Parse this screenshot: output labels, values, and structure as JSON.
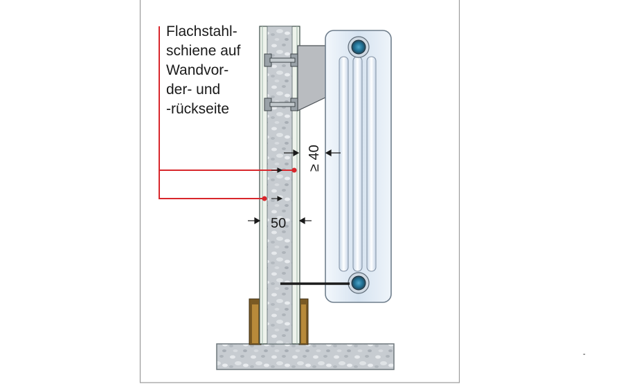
{
  "diagram": {
    "note_lines": [
      "Flachstahl-",
      "schiene auf",
      "Wandvor-",
      "der- und",
      "-rückseite"
    ],
    "dim_wall": "50",
    "dim_gap": "≥ 40",
    "stray_mark": "-"
  },
  "colors": {
    "frame": "#9a9a9a",
    "leader": "#d8262b",
    "concrete": "#c9ced2",
    "board": "#eef3ec",
    "sleeve": "#7a5a24",
    "radiator": "#dfe9f3",
    "radiator_outline": "#6f7e8c",
    "bracket": "#b9bcc0",
    "floor": "#9aa4a8",
    "pipe": "#1b1b1b"
  }
}
